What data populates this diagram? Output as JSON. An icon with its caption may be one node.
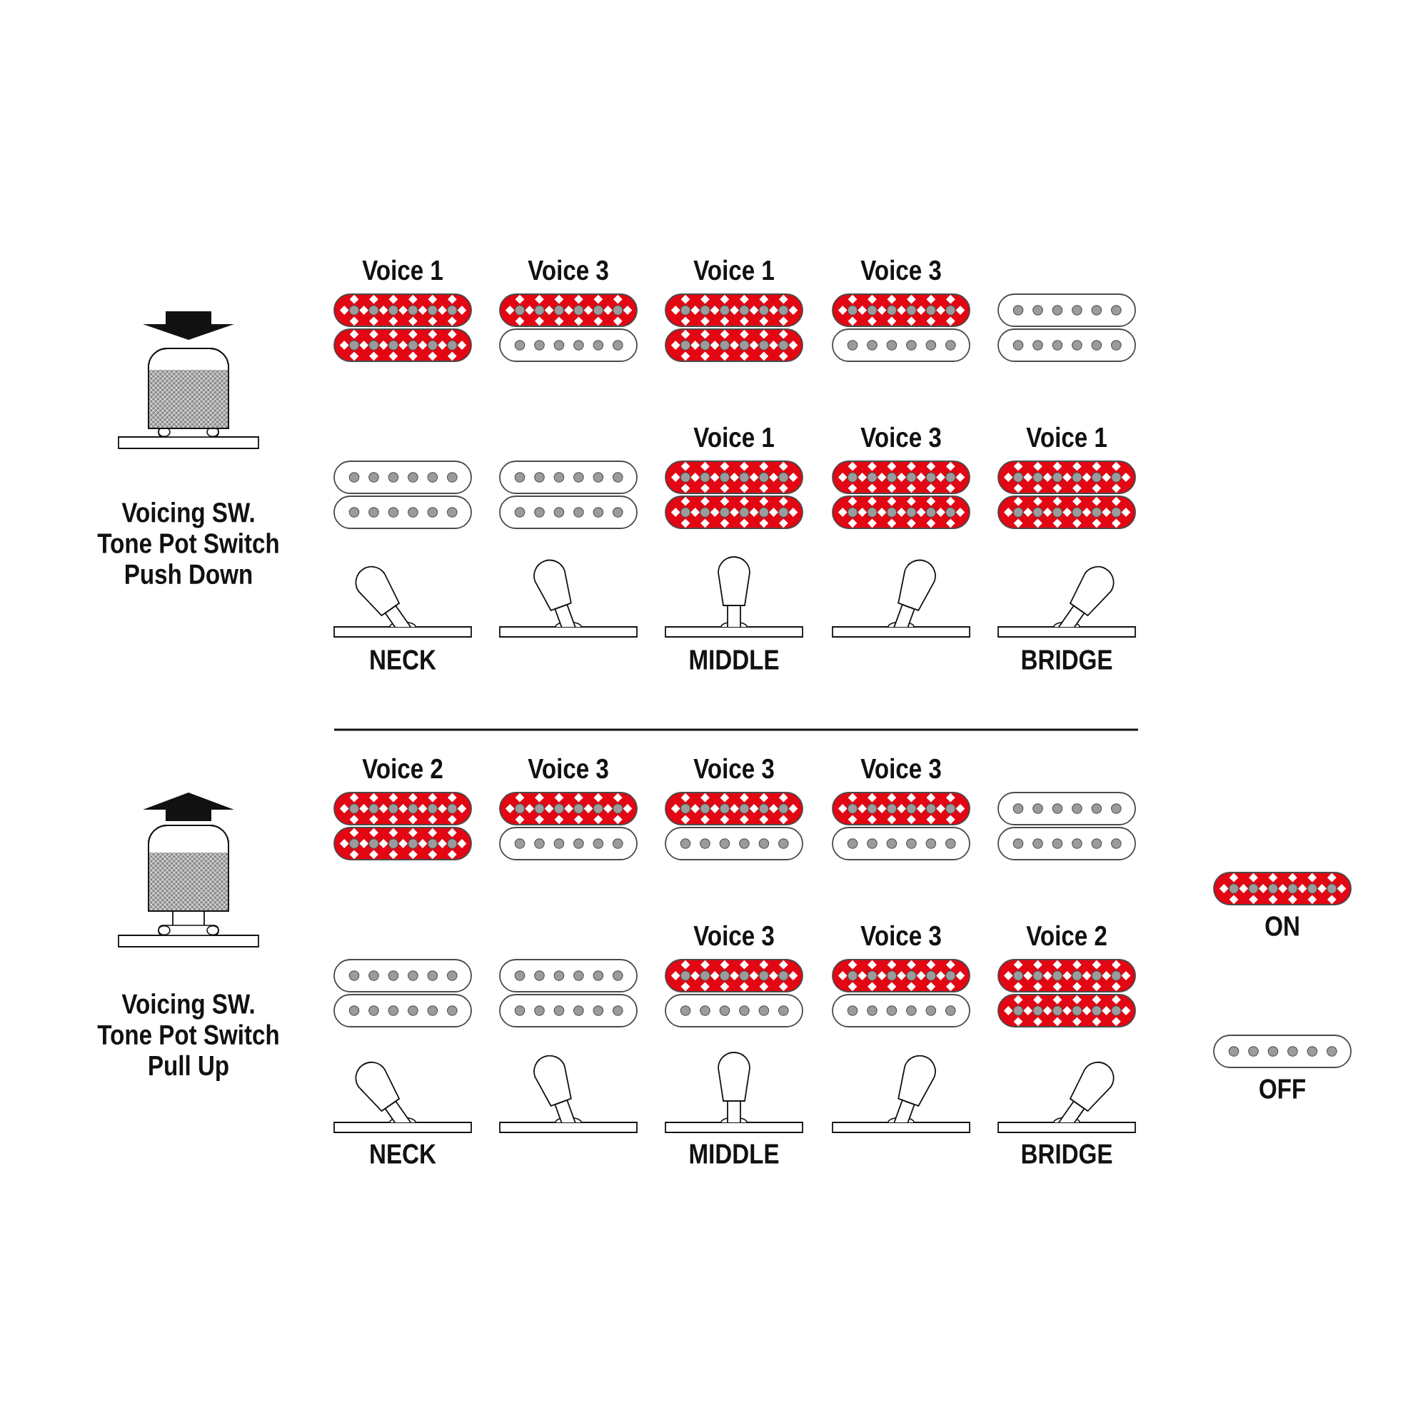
{
  "diagram": {
    "nodes": [
      {
        "text": [
          "Voice 1"
        ]
      },
      {
        "text": [
          "Voice 3"
        ]
      },
      {
        "text": [
          "Voice 1"
        ]
      },
      {
        "text": [
          "Voice 3"
        ]
      },
      {
        "text": [],
        "shape": "box"
      },
      {
        "text": [],
        "shape": "box"
      },
      {
        "text": [],
        "shape": "box"
      },
      {
        "text": [
          "Voice 1"
        ]
      },
      {
        "text": [
          "Voice 3"
        ]
      },
      {
        "text": [
          "Voice 1"
        ]
      },
      {
        "text": [
          "Voice 2"
        ]
      },
      {
        "text": [
          "Voice 3"
        ]
      },
      {
        "text": [
          "Voice 3"
        ]
      },
      {
        "text": [
          "Voice 3"
        ]
      },
      {
        "text": [],
        "shape": "box"
      },
      {
        "text": [],
        "shape": "box"
      },
      {
        "text": [],
        "shape": "box"
      },
      {
        "text": [
          "Voice 3"
        ]
      },
      {
        "text": [
          "Voice 3"
        ]
      },
      {
        "text": [
          "Voice 2"
        ]
      },
      {
        "text": [
          "ON"
        ]
      },
      {
        "text": [
          "OFF"
        ]
      }
    ],
    "labels": [
      "Voicing SW. Tone Pot Switch Push Down",
      "NECK",
      "MIDDLE",
      "BRIDGE",
      "Voicing SW. Tone Pot Switch Pull Up",
      "NECK",
      "MIDDLE",
      "BRIDGE"
    ]
  }
}
